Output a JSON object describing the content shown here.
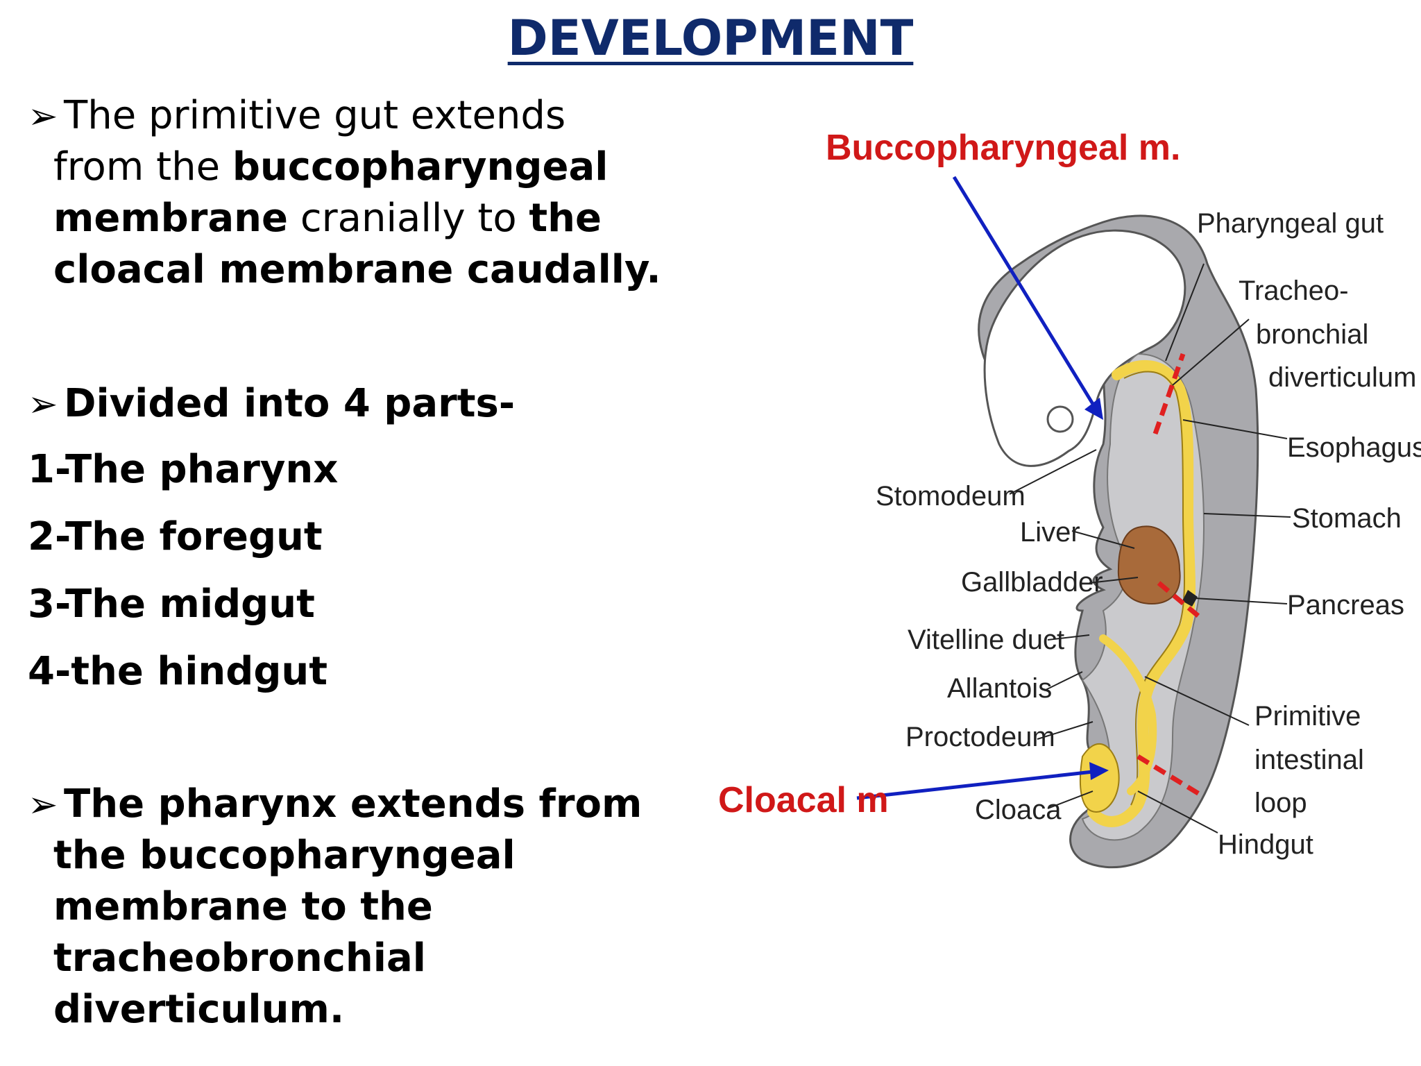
{
  "title": "DEVELOPMENT",
  "bullet_symbol": "➢",
  "para1": {
    "line1": "The primitive gut extends",
    "line2_plain": "from the ",
    "line2_bold": "buccopharyngeal",
    "line3_bold": "membrane",
    "line3_plain": " cranially to ",
    "line3_bold2": "the",
    "line4_bold": "cloacal membrane caudally."
  },
  "para2": {
    "heading": "Divided into 4 parts-",
    "parts": [
      "1-The pharynx",
      "2-The foregut",
      "3-The midgut",
      "4-the hindgut"
    ]
  },
  "para3": {
    "lines": [
      "The pharynx extends from",
      "the buccopharyngeal",
      "membrane to the",
      "tracheobronchial",
      "diverticulum."
    ]
  },
  "diagram": {
    "callouts": {
      "bucco": "Buccopharyngeal m.",
      "cloacal": "Cloacal m"
    },
    "labels": {
      "pharyngeal_gut": "Pharyngeal gut",
      "tracheo1": "Tracheo-",
      "tracheo2": "bronchial",
      "tracheo3": "diverticulum",
      "esophagus": "Esophagus",
      "stomach": "Stomach",
      "pancreas": "Pancreas",
      "primitive1": "Primitive",
      "primitive2": "intestinal",
      "primitive3": "loop",
      "hindgut": "Hindgut",
      "stomodeum": "Stomodeum",
      "liver": "Liver",
      "gallbladder": "Gallbladder",
      "vitelline": "Vitelline duct",
      "allantois": "Allantois",
      "proctodeum": "Proctodeum",
      "cloaca": "Cloaca"
    },
    "colors": {
      "callout_red": "#d01818",
      "arrow_blue": "#1020c0",
      "gut_yellow": "#f2d34a",
      "embryo_gray": "#a9a9ad",
      "liver_brown": "#a86a3a",
      "cut_red": "#e02020"
    }
  }
}
